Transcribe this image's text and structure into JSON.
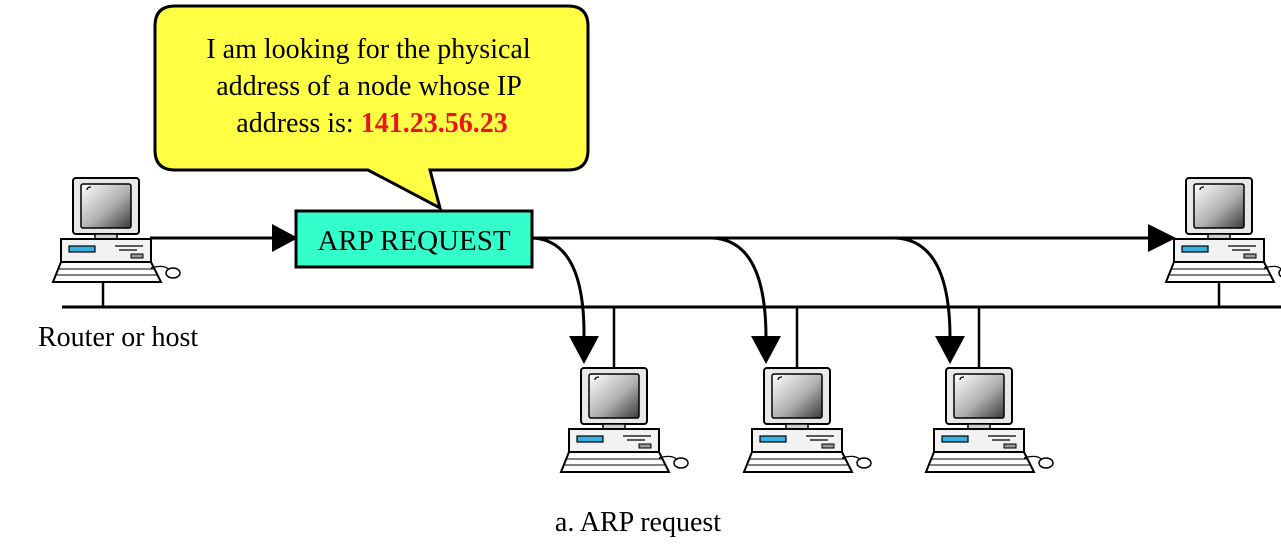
{
  "bubble": {
    "line1": "I am looking for the physical",
    "line2": "address of a node whose IP",
    "line3_prefix": "address is: ",
    "ip_address": "141.23.56.23"
  },
  "packet": {
    "label": "ARP REQUEST"
  },
  "sender": {
    "label": "Router or host"
  },
  "caption": "a. ARP request",
  "nodes": [
    {
      "id": "sender-host",
      "icon": "computer-icon"
    },
    {
      "id": "receiver-1",
      "icon": "computer-icon"
    },
    {
      "id": "receiver-2",
      "icon": "computer-icon"
    },
    {
      "id": "receiver-3",
      "icon": "computer-icon"
    },
    {
      "id": "target-host",
      "icon": "computer-icon"
    }
  ],
  "colors": {
    "bubble_fill": "#ffff44",
    "packet_fill": "#33ffcc",
    "ip_text": "#e8141e",
    "monitor_screen": "#9a9a9a",
    "line": "#000000"
  }
}
